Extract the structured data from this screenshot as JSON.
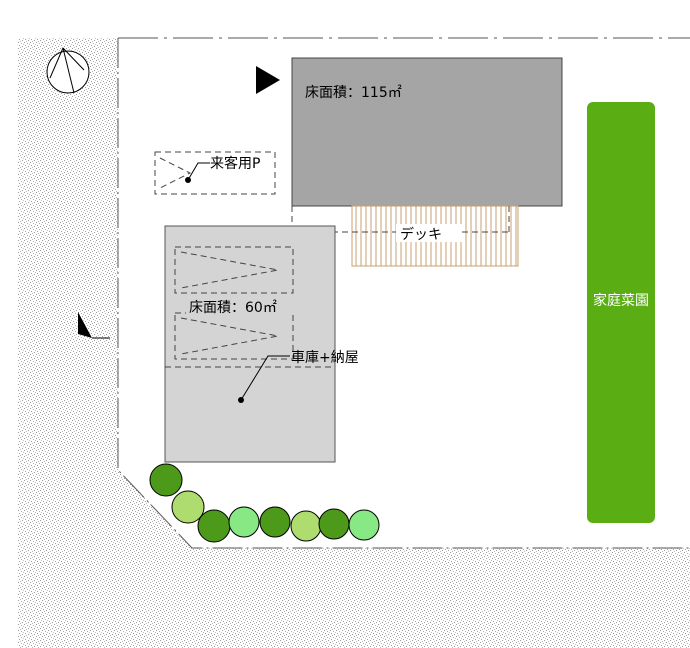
{
  "house": {
    "label": "床面積：115㎡",
    "color": "#a5a5a5"
  },
  "garage": {
    "area_label": "床面積：60㎡",
    "name_label": "車庫+納屋",
    "color": "#d4d4d4"
  },
  "deck": {
    "label": "デッキ",
    "stripe_color": "#c8a070"
  },
  "parking": {
    "label": "来客用P"
  },
  "garden": {
    "label": "家庭菜園",
    "color": "#5aae14"
  },
  "trees": {
    "dark_color": "#4d9a1a",
    "light_color": "#aedc6e",
    "mint_color": "#88e884"
  },
  "ground": {
    "hatch_color": "#a9a9a9"
  },
  "icons": {
    "compass": "north-compass-icon",
    "entrance": "entrance-arrow-icon",
    "wind": "wind-flag-icon"
  }
}
